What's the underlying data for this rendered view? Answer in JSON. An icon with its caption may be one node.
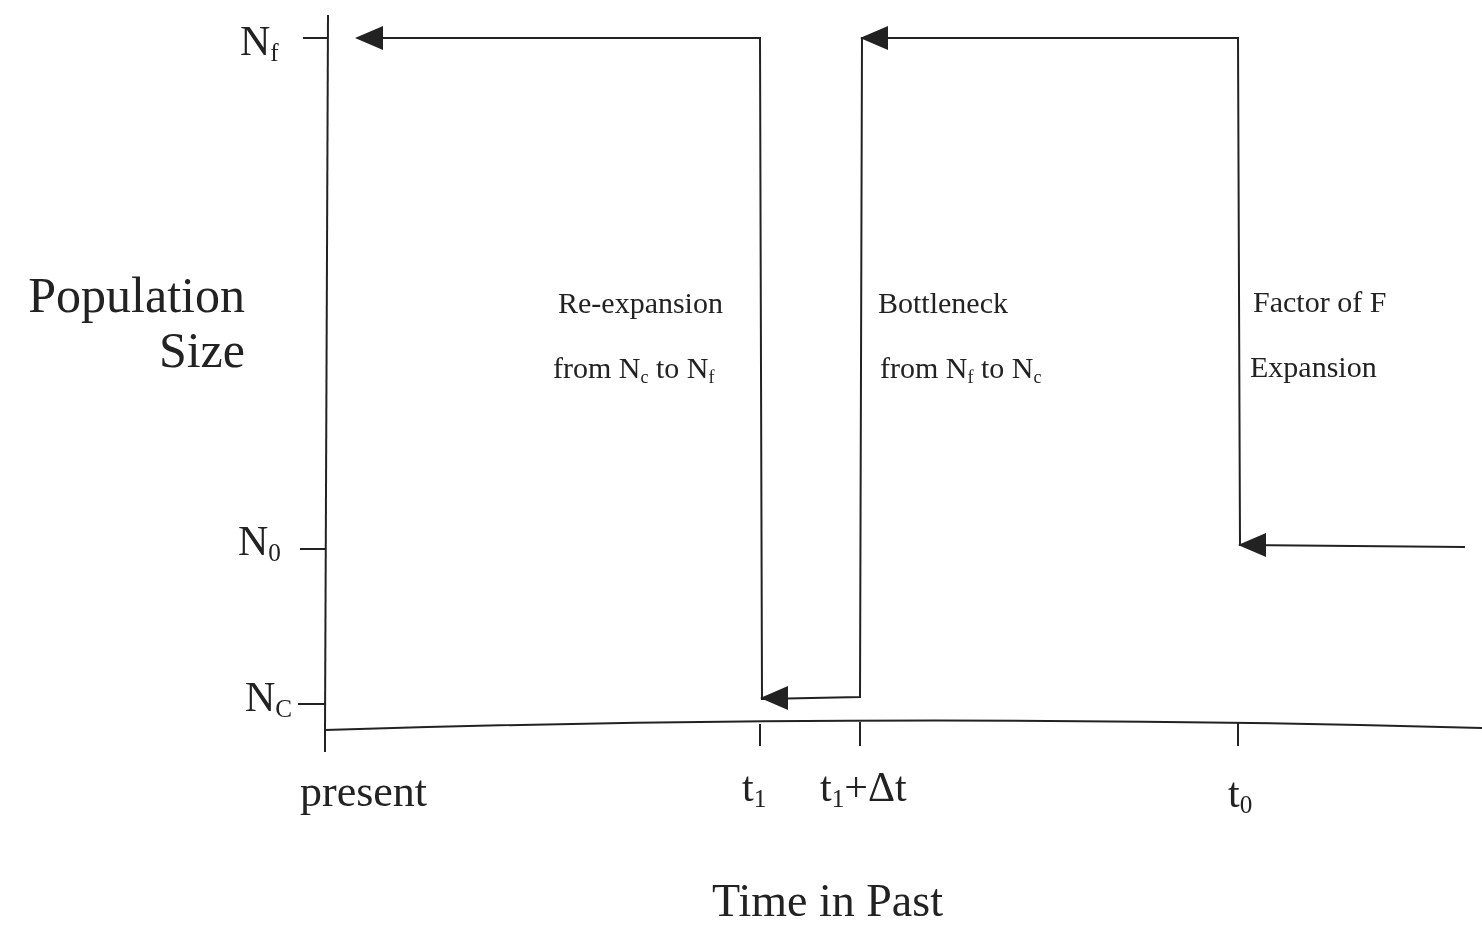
{
  "diagram": {
    "labels": [
      "N$_{f}$",
      "Population Size",
      "Re-expansion",
      "from N$_{c}$  to N$_{f}$",
      "Bottleneck",
      "from N$_{f}$ to N$_{c}$",
      "Factor of F",
      "Expansion",
      "N$_{0}$",
      "N$_{C}$",
      "present",
      "t$_{1}$",
      "t$_{1}$+Δt",
      "t$_{0}$",
      "Time in Past"
    ]
  }
}
